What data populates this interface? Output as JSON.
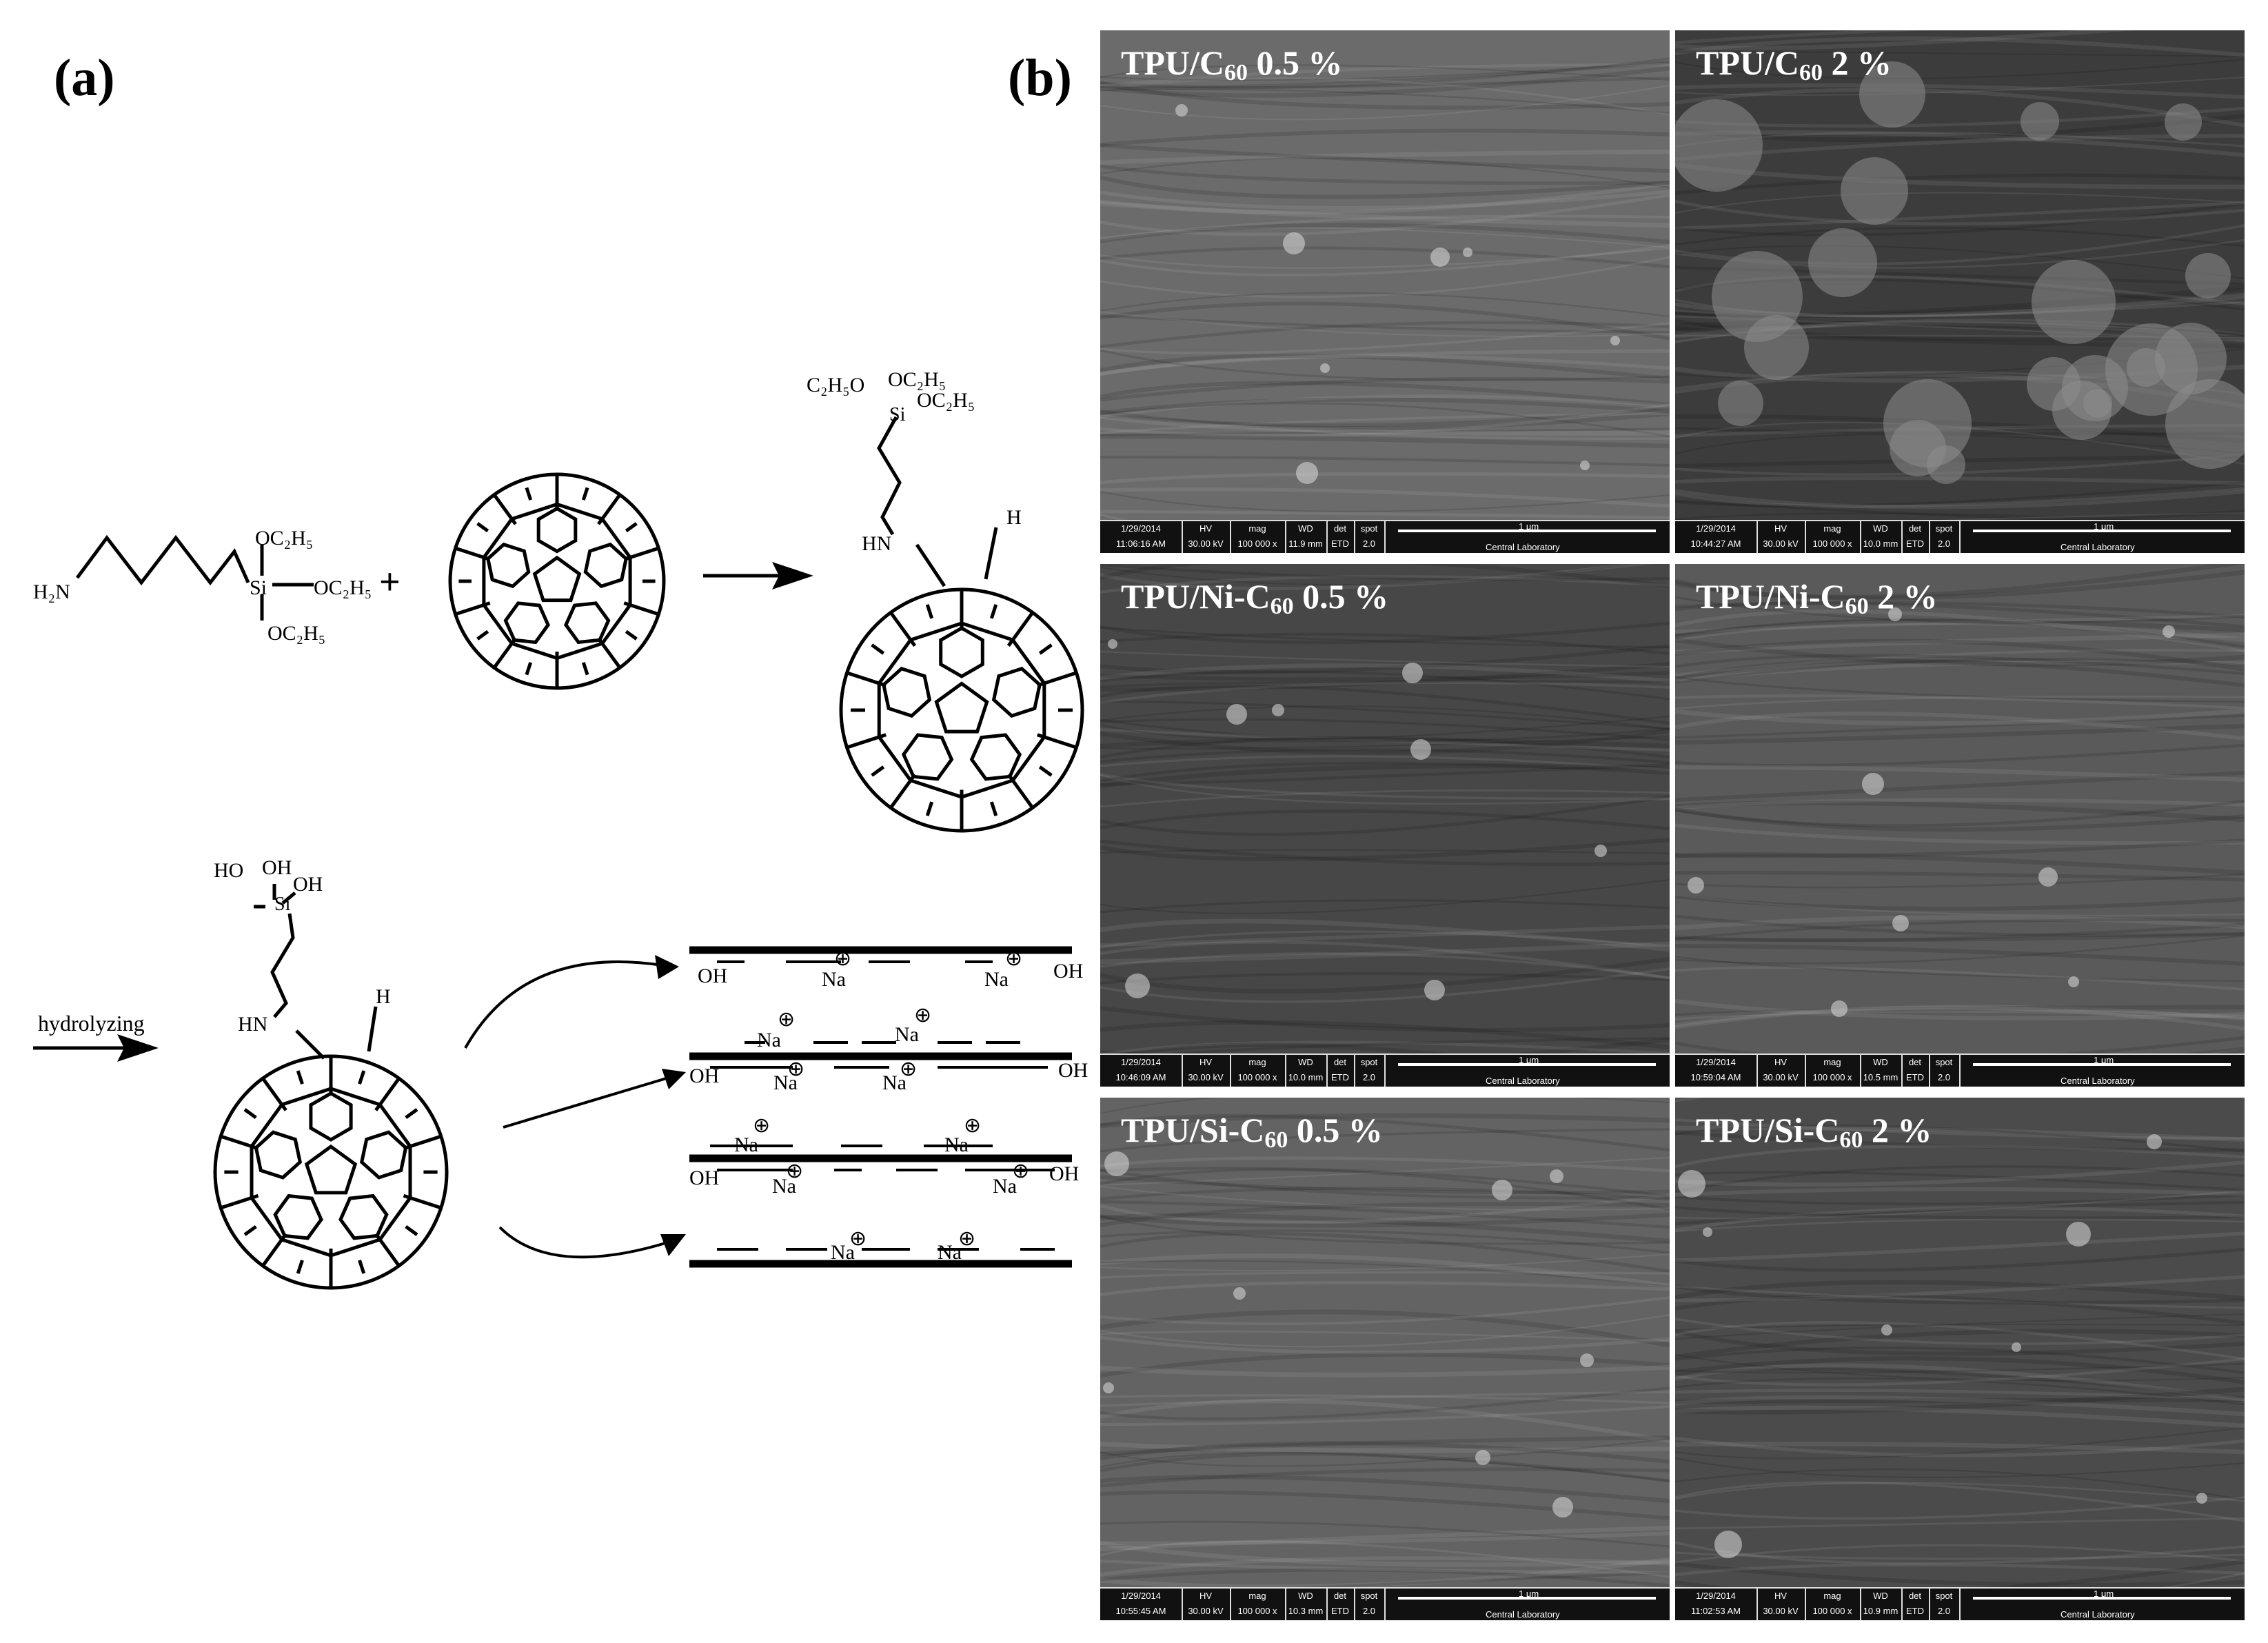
{
  "panels": {
    "a": "(a)",
    "b": "(b)"
  },
  "scheme": {
    "aptes_h2n": "H₂N",
    "aptes_si": "Si",
    "oc2h5": "OC₂H₅",
    "c2h5o": "C₂H₅O",
    "plus": "+",
    "hn": "HN",
    "h": "H",
    "hydrolyzing": "hydrolyzing",
    "ho": "HO",
    "oh": "OH",
    "na": "Na",
    "na_charge": "⊕"
  },
  "sem": [
    {
      "title": "TPU/C",
      "sub": "60",
      "rest": " 0.5 %",
      "date": "1/29/2014",
      "time": "11:06:16 AM",
      "hv": "30.00 kV",
      "mag": "100 000 x",
      "wd": "11.9 mm",
      "det": "ETD",
      "spot": "2.0",
      "scale": "1 μm",
      "lab": "Central Laboratory"
    },
    {
      "title": "TPU/C",
      "sub": "60",
      "rest": " 2 %",
      "date": "1/29/2014",
      "time": "10:44:27 AM",
      "hv": "30.00 kV",
      "mag": "100 000 x",
      "wd": "10.0 mm",
      "det": "ETD",
      "spot": "2.0",
      "scale": "1 μm",
      "lab": "Central Laboratory"
    },
    {
      "title": "TPU/Ni-C",
      "sub": "60",
      "rest": " 0.5 %",
      "date": "1/29/2014",
      "time": "10:46:09 AM",
      "hv": "30.00 kV",
      "mag": "100 000 x",
      "wd": "10.0 mm",
      "det": "ETD",
      "spot": "2.0",
      "scale": "1 μm",
      "lab": "Central Laboratory"
    },
    {
      "title": "TPU/Ni-C",
      "sub": "60",
      "rest": " 2 %",
      "date": "1/29/2014",
      "time": "10:59:04 AM",
      "hv": "30.00 kV",
      "mag": "100 000 x",
      "wd": "10.5 mm",
      "det": "ETD",
      "spot": "2.0",
      "scale": "1 μm",
      "lab": "Central Laboratory"
    },
    {
      "title": "TPU/Si-C",
      "sub": "60",
      "rest": " 0.5 %",
      "date": "1/29/2014",
      "time": "10:55:45 AM",
      "hv": "30.00 kV",
      "mag": "100 000 x",
      "wd": "10.3 mm",
      "det": "ETD",
      "spot": "2.0",
      "scale": "1 μm",
      "lab": "Central Laboratory"
    },
    {
      "title": "TPU/Si-C",
      "sub": "60",
      "rest": " 2 %",
      "date": "1/29/2014",
      "time": "11:02:53 AM",
      "hv": "30.00 kV",
      "mag": "100 000 x",
      "wd": "10.9 mm",
      "det": "ETD",
      "spot": "2.0",
      "scale": "1 μm",
      "lab": "Central Laboratory"
    }
  ],
  "databar_headers": {
    "hv": "HV",
    "mag": "mag",
    "wd": "WD",
    "det": "det",
    "spot": "spot"
  }
}
